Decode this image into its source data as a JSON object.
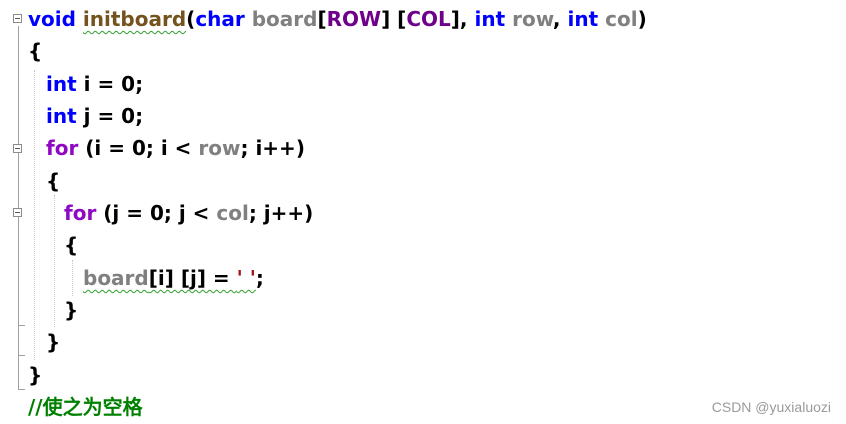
{
  "code": {
    "signature": {
      "return_type": "void",
      "function_name": "initboard",
      "open_paren": "(",
      "param1_type": "char",
      "param1_name": "board",
      "bracket1_open": "[",
      "macro_row": "ROW",
      "bracket1_close": "] [",
      "macro_col": "COL",
      "bracket2_close": "],",
      "param2_type": "int",
      "param2_name": "row",
      "comma": ",",
      "param3_type": "int",
      "param3_name": "col",
      "close_paren": ")"
    },
    "open_brace": "{",
    "decl_i": {
      "type": "int",
      "rest": "i = 0;"
    },
    "decl_j": {
      "type": "int",
      "rest": "j = 0;"
    },
    "outer_for": {
      "keyword": "for",
      "pre": "(i = 0; i < ",
      "limit": "row",
      "post": "; i++)"
    },
    "outer_open": "{",
    "inner_for": {
      "keyword": "for",
      "pre": "(j = 0; j < ",
      "limit": "col",
      "post": "; j++)"
    },
    "inner_open": "{",
    "assignment": {
      "target": "board",
      "indices": "[i] [j] = ",
      "literal": "' '",
      "end": ";"
    },
    "inner_close": "}",
    "outer_close": "}",
    "close_brace": "}",
    "comment": "//使之为空格"
  },
  "watermark": "CSDN @yuxialuozi",
  "colors": {
    "keyword": "#0000ff",
    "control_keyword": "#8f08c4",
    "function": "#74531f",
    "parameter": "#808080",
    "macro": "#6f008a",
    "string": "#a31515",
    "comment": "#008000",
    "squiggle": "#2e9f2e"
  }
}
